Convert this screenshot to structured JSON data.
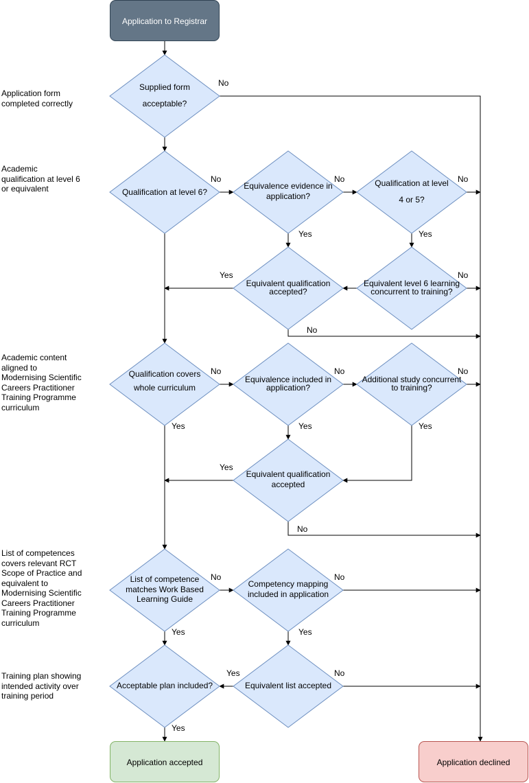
{
  "colors": {
    "start_fill": "#647687",
    "start_stroke": "#314354",
    "decision_fill": "#dae8fc",
    "decision_stroke": "#6c8ebf",
    "accept_fill": "#d5e8d4",
    "accept_stroke": "#82b366",
    "decline_fill": "#f8cecc",
    "decline_stroke": "#b85450",
    "line": "#000000"
  },
  "side_labels": {
    "form": "Application form completed correctly",
    "qualification": "Academic qualification at level 6 or equivalent",
    "content": "Academic content aligned to Modernising Scientific Careers Practitioner Training Programme curriculum",
    "competences": "List of competences covers relevant RCT Scope of Practice and equivalent to Modernising Scientific Careers Practitioner Training Programme curriculum",
    "training_plan": "Training plan showing intended activity over training period"
  },
  "nodes": {
    "start": [
      "Application to Registrar"
    ],
    "form_ok": [
      "Supplied form",
      "acceptable?"
    ],
    "qual_l6": [
      "Qualification at level 6?"
    ],
    "equiv_evidence": [
      "Equivalence evidence in",
      "application?"
    ],
    "qual_l45": [
      "Qualification at level",
      "4 or 5?"
    ],
    "equiv_qual_accepted_1": [
      "Equivalent qualification",
      "accepted?"
    ],
    "equiv_l6_concurrent": [
      "Equivalent level 6 learning",
      "concurrent to training?"
    ],
    "covers_curriculum": [
      "Qualification covers",
      "whole curriculum"
    ],
    "equiv_included": [
      "Equivalence included in",
      "application?"
    ],
    "additional_study": [
      "Additional study concurrent",
      "to training?"
    ],
    "equiv_qual_accepted_2": [
      "Equivalent qualification",
      "accepted"
    ],
    "competence_matches": [
      "List of competence",
      "matches Work Based",
      "Learning Guide"
    ],
    "competency_mapping": [
      "Competency mapping",
      "included in application"
    ],
    "plan_included": [
      "Acceptable plan included?"
    ],
    "equiv_list": [
      "Equivalent list accepted"
    ],
    "accepted": [
      "Application accepted"
    ],
    "declined": [
      "Application declined"
    ]
  },
  "edge_labels": {
    "yes": "Yes",
    "no": "No"
  }
}
